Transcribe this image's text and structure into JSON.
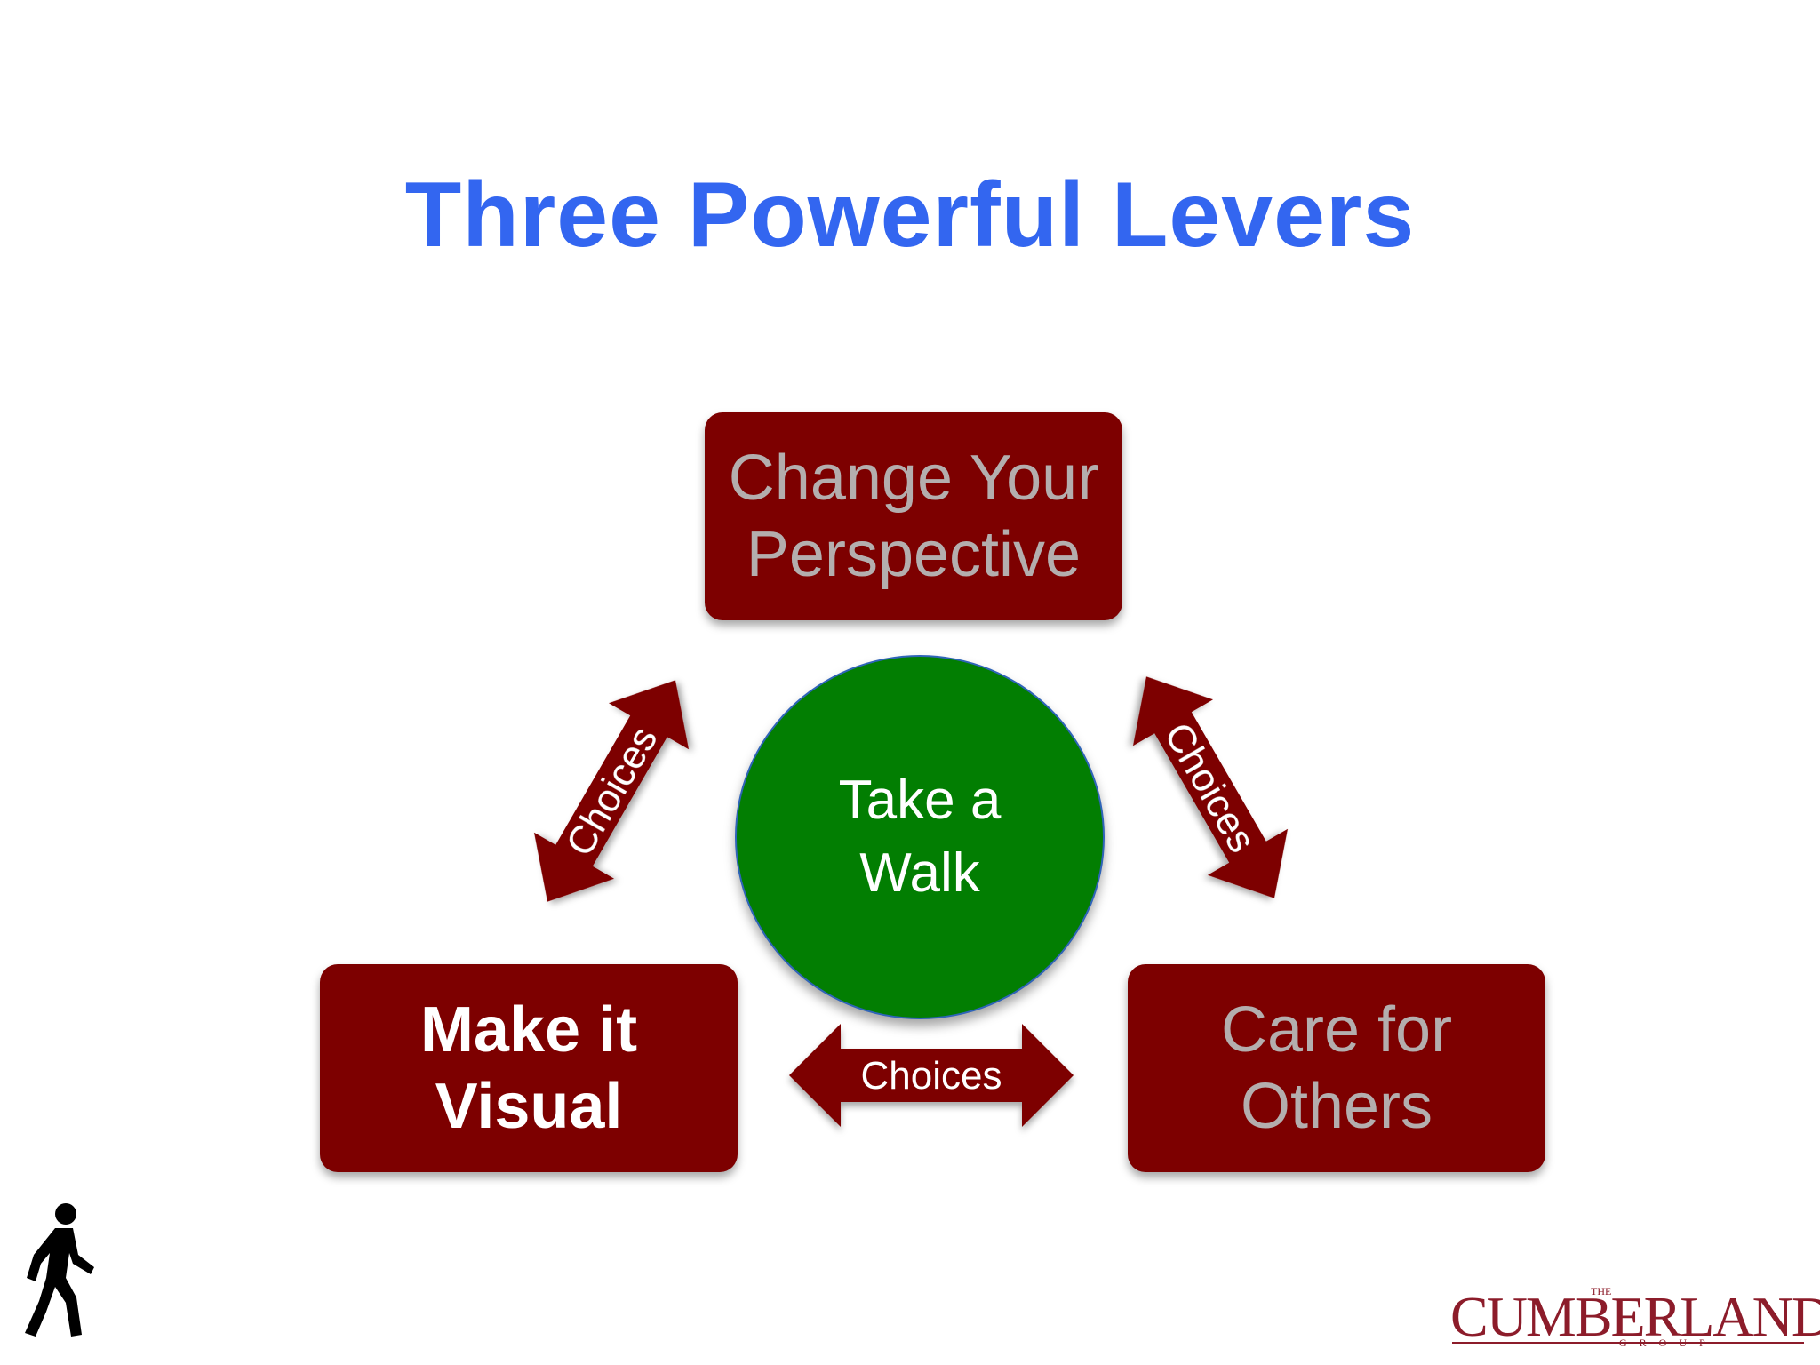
{
  "slide": {
    "title": "Three Powerful Levers",
    "center": {
      "label": "Take a\nWalk",
      "color": "#027e02"
    },
    "boxes": {
      "top": {
        "label": "Change Your\nPerspective"
      },
      "left": {
        "label": "Make it\nVisual"
      },
      "right": {
        "label": "Care for\nOthers"
      }
    },
    "arrows": {
      "left_diagonal": {
        "label": "Choices"
      },
      "right_diagonal": {
        "label": "Choices"
      },
      "bottom": {
        "label": "Choices"
      }
    },
    "colors": {
      "title": "#3366f0",
      "box": "#7d0000",
      "arrow": "#7d0000",
      "muted_text": "#b4aeae"
    },
    "icons": {
      "walker": "walking-person-icon"
    },
    "logo": {
      "main": "CUMBERLAND",
      "small": "THE",
      "sub": "GROUP"
    }
  }
}
